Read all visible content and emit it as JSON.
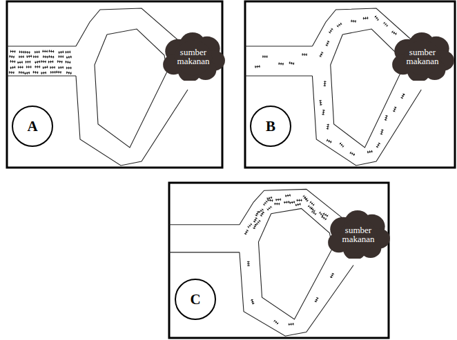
{
  "diagram": {
    "nodes": [
      {
        "text": [
          "sumber makanan"
        ]
      },
      {
        "text": [
          "A"
        ]
      },
      {
        "text": [
          "sumber makanan"
        ]
      },
      {
        "text": [
          "B"
        ]
      },
      {
        "text": [
          "sumber makanan"
        ]
      },
      {
        "text": [
          "C"
        ]
      }
    ]
  }
}
